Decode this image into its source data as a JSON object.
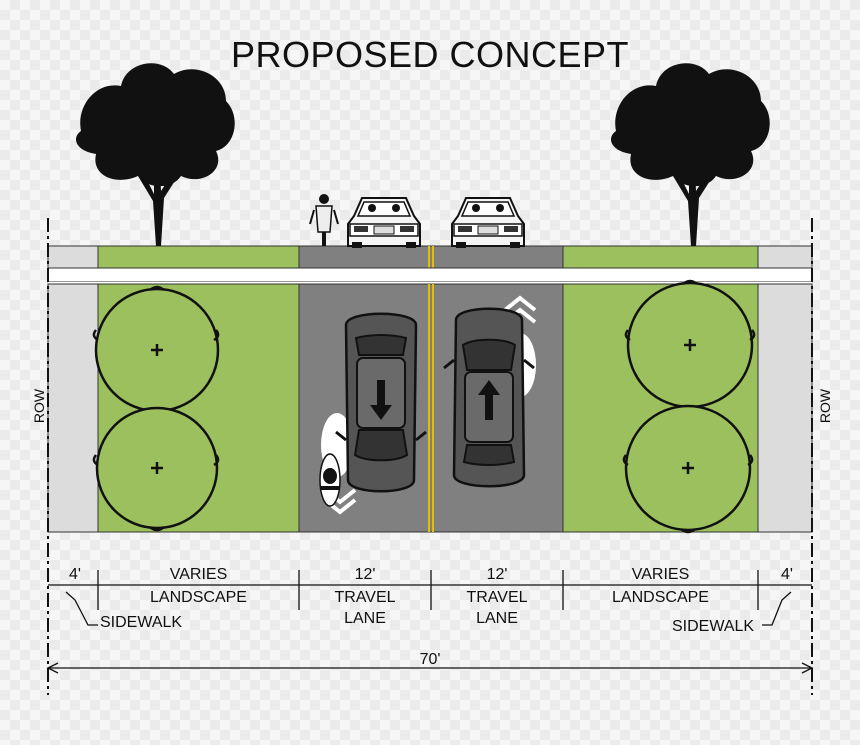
{
  "title": "PROPOSED CONCEPT",
  "row_label": "ROW",
  "segments": {
    "sidewalk_width": "4'",
    "sidewalk_label": "SIDEWALK",
    "landscape_width": "VARIES",
    "landscape_label": "LANDSCAPE",
    "lane_width": "12'",
    "lane_label_1": "TRAVEL",
    "lane_label_2": "LANE"
  },
  "total_width": "70'",
  "colors": {
    "landscape": "#9bc05d",
    "roadway": "#808080",
    "sidewalk": "#dcdcdc",
    "centerline": "#e0c000"
  }
}
